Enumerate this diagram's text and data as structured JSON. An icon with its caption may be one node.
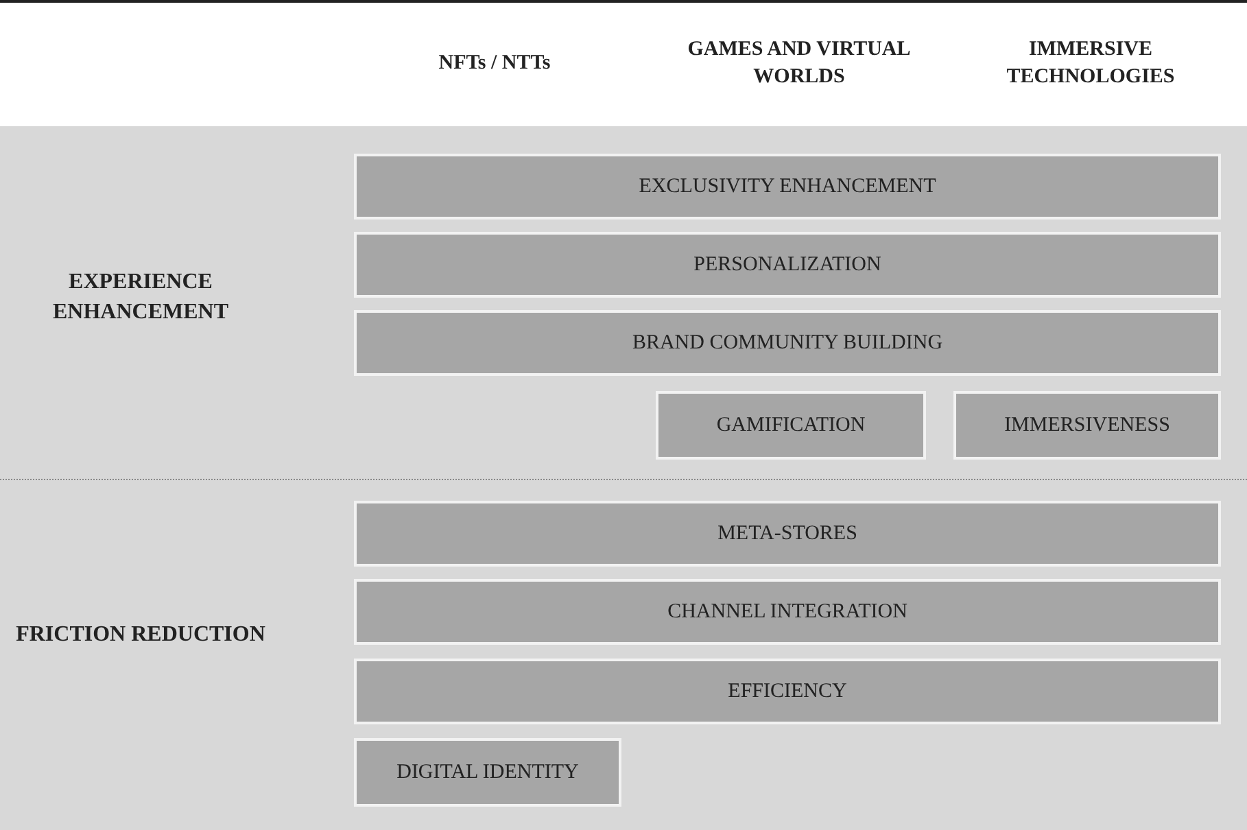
{
  "diagram": {
    "nodes": [
      {
        "text": [
          "EXPERIENCE ENHANCEMENT"
        ]
      },
      {
        "text": [
          "EXCLUSIVITY ENHANCEMENT"
        ],
        "in": 0
      },
      {
        "text": [
          "PERSONALIZATION"
        ],
        "in": 0
      },
      {
        "text": [
          "BRAND COMMUNITY BUILDING"
        ],
        "in": 0
      },
      {
        "text": [
          "GAMIFICATION"
        ],
        "in": 0
      },
      {
        "text": [
          "IMMERSIVENESS"
        ],
        "in": 0
      },
      {
        "text": [
          "FRICTION REDUCTION"
        ]
      },
      {
        "text": [
          "META-STORES"
        ],
        "in": 6
      },
      {
        "text": [
          "CHANNEL INTEGRATION"
        ],
        "in": 6
      },
      {
        "text": [
          "EFFICIENCY"
        ],
        "in": 6
      },
      {
        "text": [
          "DIGITAL IDENTITY"
        ],
        "in": 6
      }
    ],
    "labels": [
      "NFTs / NTTs",
      "GAMES AND VIRTUAL WORLDS",
      "IMMERSIVE TECHNOLOGIES"
    ]
  }
}
